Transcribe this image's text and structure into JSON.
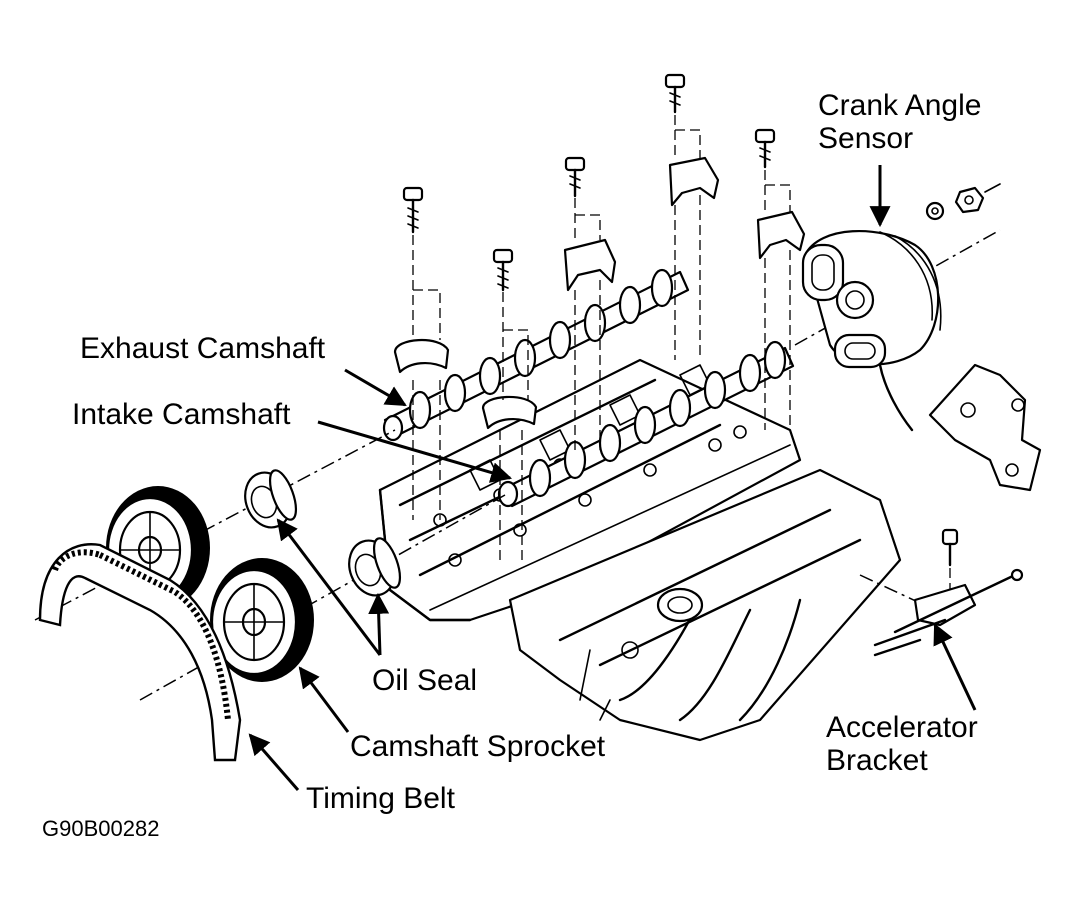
{
  "figure_code": "G90B00282",
  "labels": {
    "crank_angle_sensor_line1": "Crank Angle",
    "crank_angle_sensor_line2": "Sensor",
    "exhaust_camshaft": "Exhaust Camshaft",
    "intake_camshaft": "Intake Camshaft",
    "oil_seal": "Oil Seal",
    "camshaft_sprocket": "Camshaft Sprocket",
    "timing_belt": "Timing Belt",
    "accelerator_bracket_line1": "Accelerator",
    "accelerator_bracket_line2": "Bracket"
  },
  "colors": {
    "ink": "#000000",
    "paper": "#ffffff"
  }
}
